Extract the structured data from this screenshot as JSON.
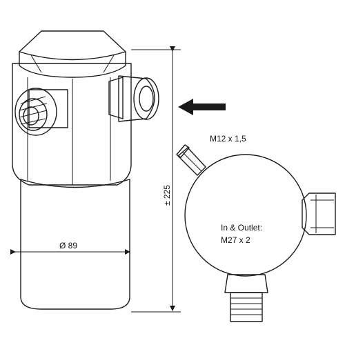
{
  "labels": {
    "diameter": "Ø 89",
    "length": "± 225",
    "small_thread": "M12 x 1,5",
    "port_title": "In & Outlet:",
    "port_thread": "M27 x 2"
  },
  "colors": {
    "line": "#1a1a1a",
    "background": "#ffffff"
  }
}
